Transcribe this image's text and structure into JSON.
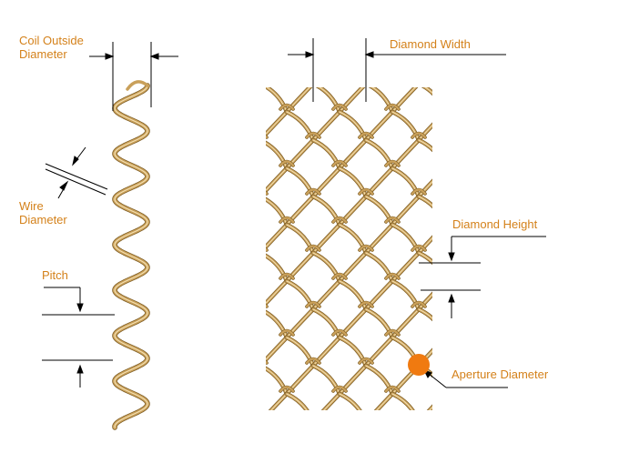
{
  "labels": {
    "coil_outside_diameter_line1": "Coil Outside",
    "coil_outside_diameter_line2": "Diameter",
    "wire_diameter_line1": "Wire",
    "wire_diameter_line2": "Diameter",
    "pitch": "Pitch",
    "diamond_width": "Diamond Width",
    "diamond_height": "Diamond Height",
    "aperture_diameter": "Aperture Diameter"
  },
  "colors": {
    "label_text": "#d4811a",
    "wire_gold": "#c9a05a",
    "wire_dark": "#7a5a22",
    "wire_highlight": "#f3dfb0",
    "aperture_marker": "#f07a10",
    "dimension_lines": "#000000"
  }
}
